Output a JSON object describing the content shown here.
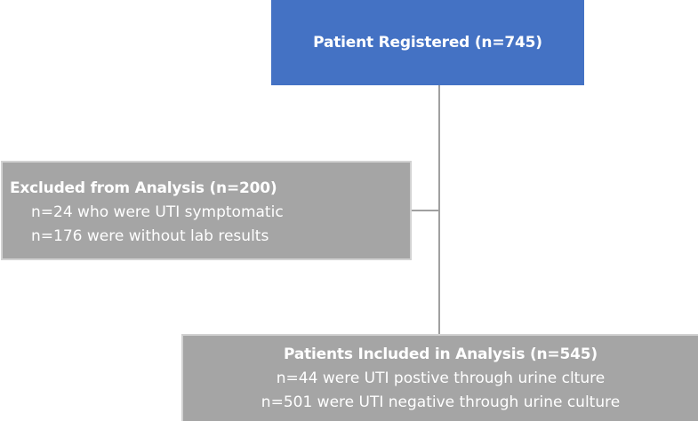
{
  "registered": {
    "title": "Patient Registered (n=745)"
  },
  "excluded": {
    "title": "Excluded from Analysis (n=200)",
    "lines": [
      "n=24 who were UTI symptomatic",
      "n=176 were without lab results"
    ]
  },
  "included": {
    "title": "Patients Included in Analysis (n=545)",
    "lines": [
      "n=44 were UTI postive through urine clture",
      "n=501 were UTI negative through urine culture"
    ]
  },
  "colors": {
    "primary_box": "#4472c4",
    "secondary_box": "#a5a5a5",
    "connector": "#a0a0a0"
  }
}
